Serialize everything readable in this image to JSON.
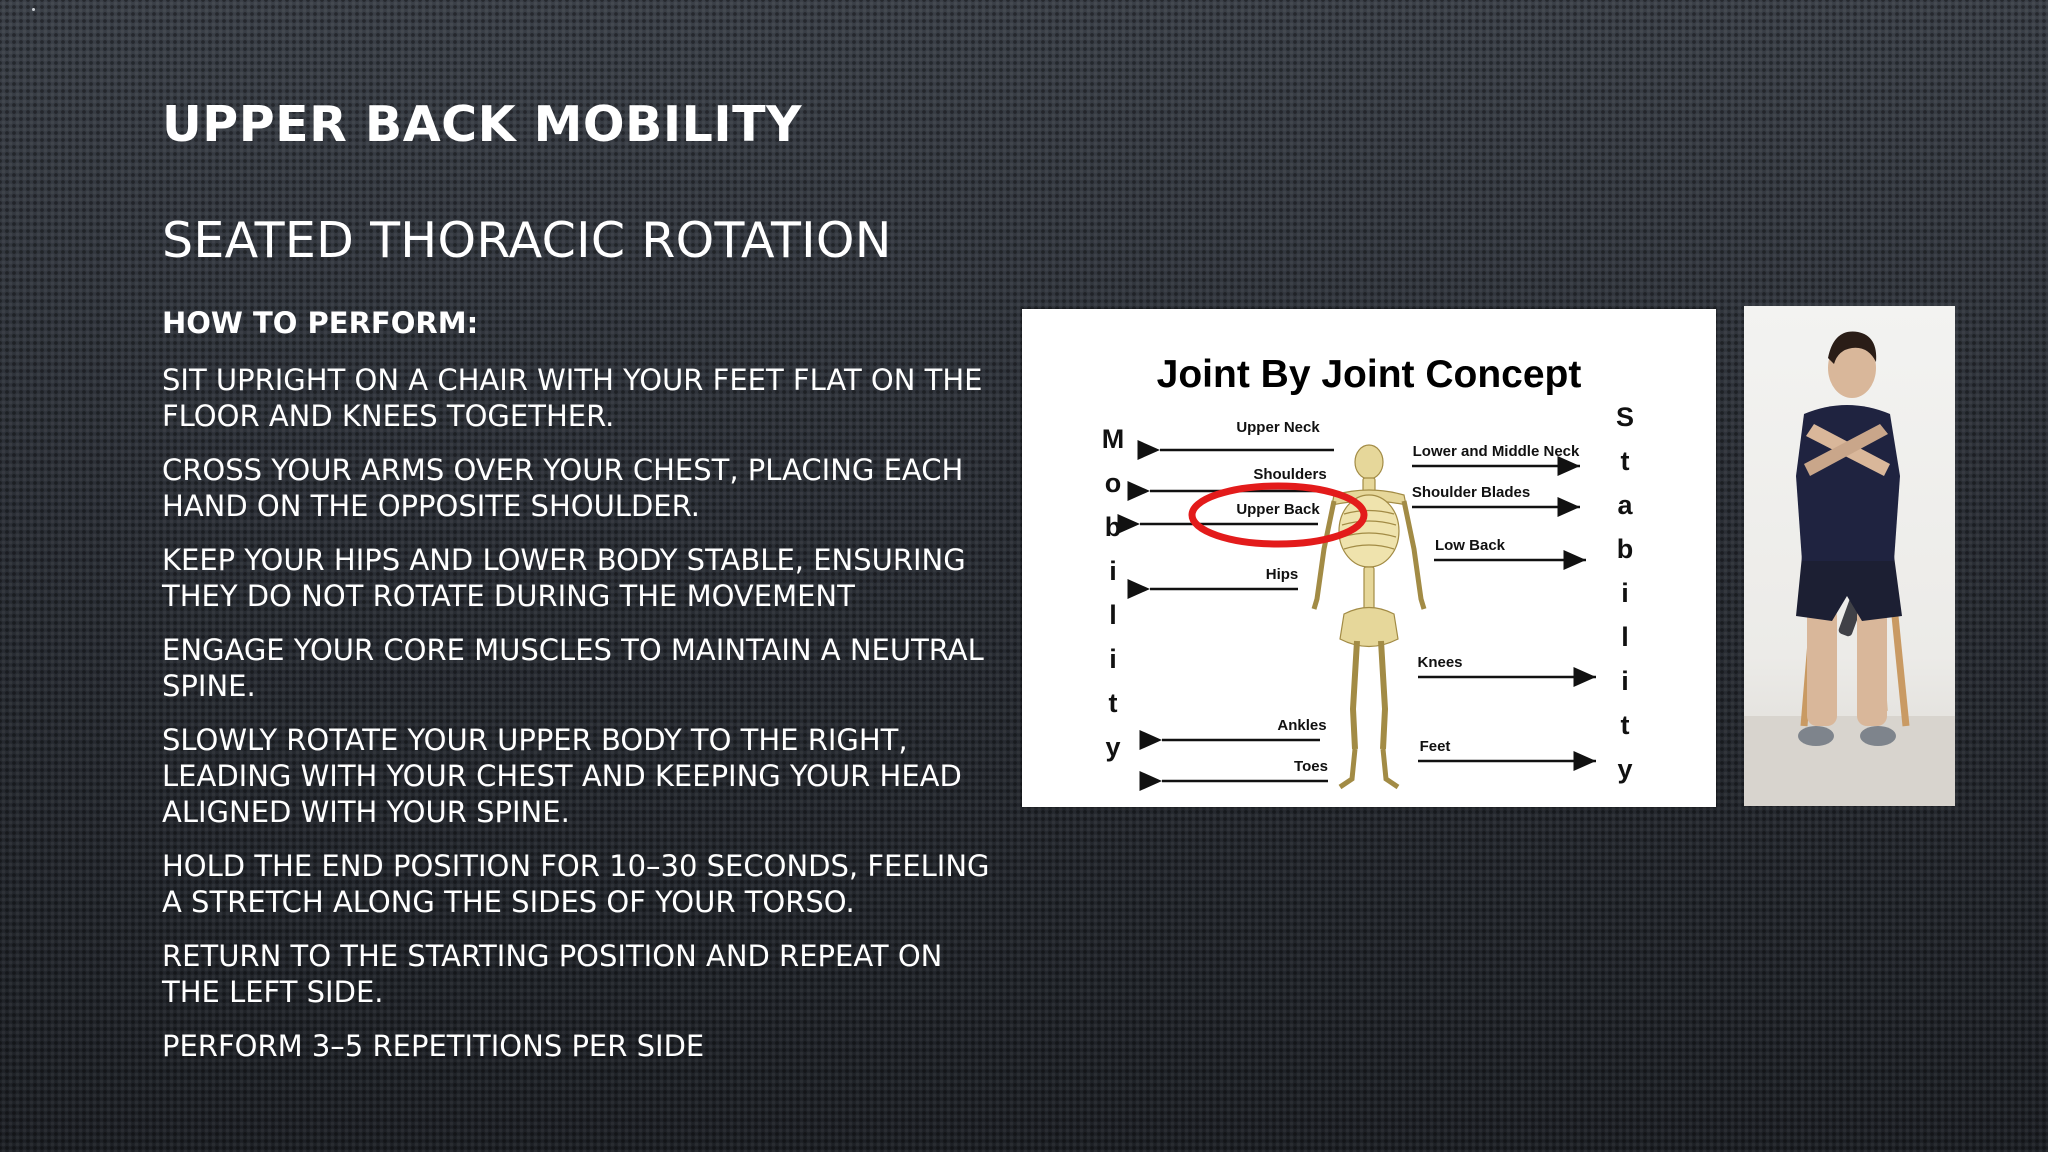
{
  "slide": {
    "title": "UPPER BACK MOBILITY",
    "subtitle": "SEATED THORACIC ROTATION",
    "how_to_label": "HOW TO PERFORM:",
    "steps": [
      "SIT UPRIGHT ON A CHAIR WITH YOUR FEET FLAT ON THE FLOOR AND KNEES TOGETHER.",
      "CROSS YOUR ARMS OVER YOUR CHEST, PLACING EACH HAND ON THE OPPOSITE SHOULDER.",
      "KEEP YOUR HIPS AND LOWER BODY STABLE, ENSURING THEY DO NOT ROTATE DURING THE MOVEMENT",
      "ENGAGE YOUR CORE MUSCLES TO MAINTAIN A NEUTRAL SPINE.",
      "SLOWLY ROTATE YOUR UPPER BODY TO THE RIGHT, LEADING WITH YOUR CHEST AND KEEPING YOUR HEAD ALIGNED WITH YOUR SPINE.",
      "HOLD THE END POSITION FOR 10–30 SECONDS, FEELING A STRETCH ALONG THE SIDES OF YOUR TORSO.",
      "RETURN TO THE STARTING POSITION AND REPEAT ON THE LEFT SIDE.",
      "PERFORM 3–5 REPETITIONS PER SIDE"
    ]
  },
  "diagram": {
    "title": "Joint By Joint Concept",
    "left_word": [
      "M",
      "o",
      "b",
      "i",
      "l",
      "i",
      "t",
      "y"
    ],
    "right_word": [
      "S",
      "t",
      "a",
      "b",
      "i",
      "l",
      "i",
      "t",
      "y"
    ],
    "mobility_labels": {
      "upper_neck": "Upper Neck",
      "shoulders": "Shoulders",
      "upper_back": "Upper Back",
      "hips": "Hips",
      "ankles": "Ankles",
      "toes": "Toes"
    },
    "stability_labels": {
      "lower_middle_neck": "Lower and Middle Neck",
      "shoulder_blades": "Shoulder Blades",
      "low_back": "Low Back",
      "knees": "Knees",
      "feet": "Feet"
    },
    "highlight_color": "#e31b1b"
  },
  "photo": {
    "icon": "person-seated-crossed-arms",
    "shirt_color": "#1f2340",
    "chair_color": "#c99a63"
  }
}
